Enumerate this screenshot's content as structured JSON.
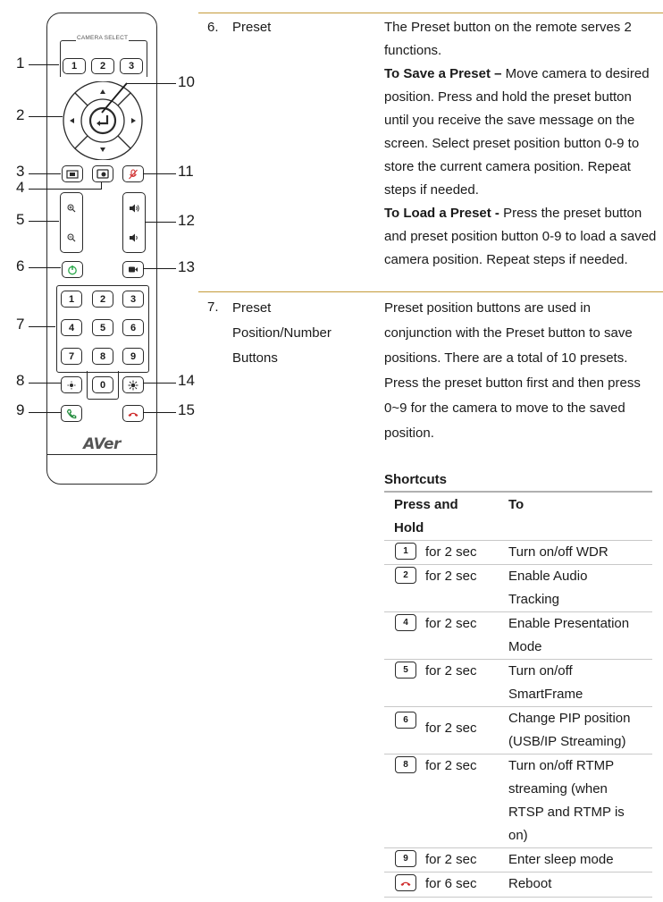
{
  "remote": {
    "camera_select_label": "CAMERA SELECT",
    "camera_buttons": [
      "1",
      "2",
      "3"
    ],
    "number_buttons": [
      "1",
      "2",
      "3",
      "4",
      "5",
      "6",
      "7",
      "8",
      "9",
      "0"
    ],
    "brand": "AVer",
    "callouts": [
      "1",
      "2",
      "3",
      "4",
      "5",
      "6",
      "7",
      "8",
      "9",
      "10",
      "11",
      "12",
      "13",
      "14",
      "15"
    ]
  },
  "rows": [
    {
      "number": "6.",
      "name": "Preset",
      "description": [
        {
          "bold": "",
          "text": "The Preset button on the remote serves 2 functions."
        },
        {
          "bold": "To Save a Preset –",
          "text": " Move camera to desired position. Press and hold the preset button until you receive the save message on the screen. Select preset position button 0-9 to store the current camera position. Repeat steps if needed."
        },
        {
          "bold": "To Load a Preset -",
          "text": " Press the preset button and preset position button 0-9 to load a saved camera position. Repeat steps if needed."
        }
      ]
    },
    {
      "number": "7.",
      "name": "Preset Position/Number Buttons",
      "description": [
        {
          "bold": "",
          "text": "Preset position buttons are used in conjunction with the Preset button to save positions. There are a total of 10 presets. Press the preset button first and then press 0~9 for the camera to move to the saved position."
        }
      ]
    }
  ],
  "shortcuts": {
    "title": "Shortcuts",
    "col1": "Press and Hold",
    "col2": "To",
    "items": [
      {
        "key": "1",
        "duration": "for 2 sec",
        "action": "Turn on/off WDR"
      },
      {
        "key": "2",
        "duration": "for 2 sec",
        "action": "Enable Audio Tracking"
      },
      {
        "key": "4",
        "duration": "for 2 sec",
        "action": "Enable Presentation Mode"
      },
      {
        "key": "5",
        "duration": "for 2 sec",
        "action": "Turn on/off SmartFrame"
      },
      {
        "key": "6",
        "duration": "for 2 sec",
        "action": "Change PIP position (USB/IP Streaming)"
      },
      {
        "key": "8",
        "duration": "for 2 sec",
        "action": "Turn on/off RTMP streaming (when RTSP and RTMP is on)"
      },
      {
        "key": "9",
        "duration": "for 2 sec",
        "action": "Enter sleep mode"
      },
      {
        "key": "hangup-icon",
        "duration": "for 6 sec",
        "action": "Reboot"
      }
    ]
  }
}
